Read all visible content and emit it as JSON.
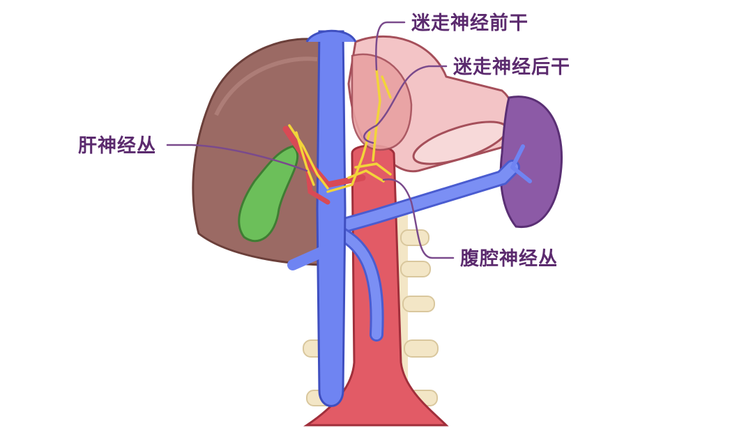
{
  "labels": {
    "vagus_anterior": "迷走神经前干",
    "vagus_posterior": "迷走神经后干",
    "hepatic_plexus": "肝神经丛",
    "celiac_plexus": "腹腔神经丛"
  },
  "colors": {
    "label_text": "#5b2a6e",
    "leader_line": "#7a4a8c",
    "liver": "#9b6a64",
    "gallbladder": "#6cbf5a",
    "vein": "#6f84f2",
    "aorta": "#e25b66",
    "stomach": "#f3c4c6",
    "spleen": "#8c5aa6",
    "nerve": "#f2d43a",
    "vertebra": "#f3e6c6"
  }
}
